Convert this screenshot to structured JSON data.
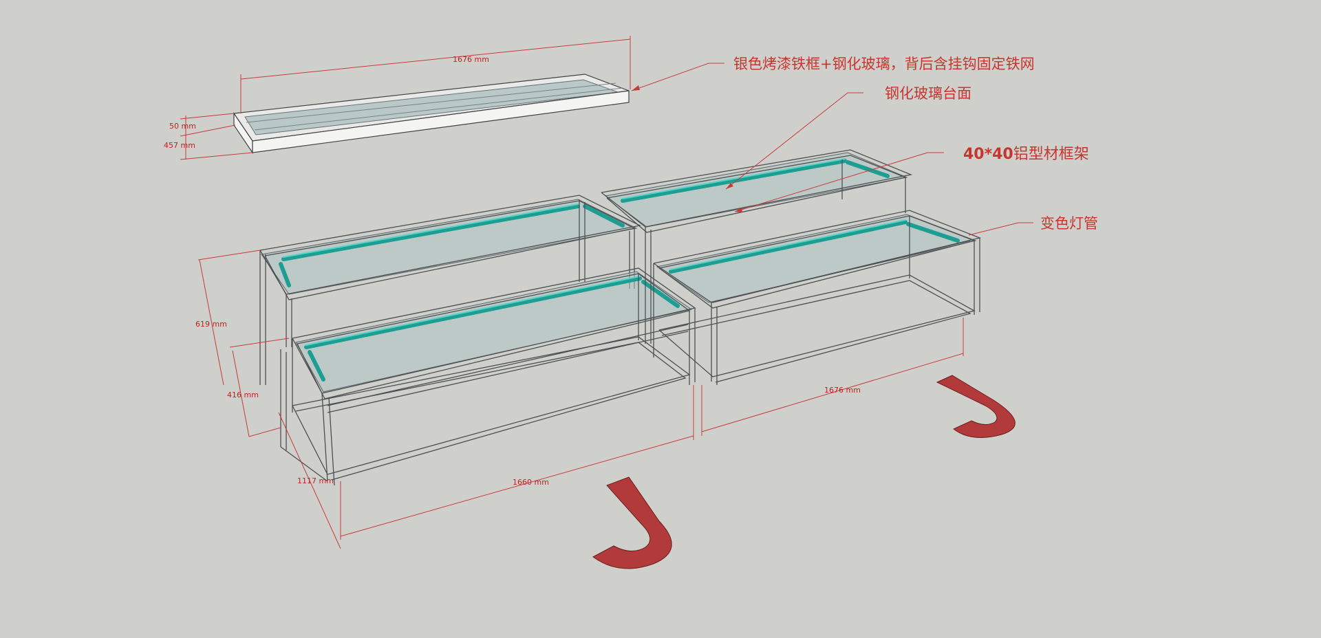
{
  "dimensions": {
    "tray_length": "1676 mm",
    "tray_height": "50 mm",
    "tray_depth": "457 mm",
    "left_height": "619 mm",
    "left_step": "416 mm",
    "left_depth": "1117 mm",
    "left_length": "1660 mm",
    "right_length": "1676 mm"
  },
  "annotations": {
    "tray_note": "银色烤漆铁框+钢化玻璃，背后含挂钩固定铁网",
    "glass_top": "钢化玻璃台面",
    "frame_prefix": "40*40",
    "frame_suffix": "铝型材框架",
    "light_tube": "变色灯管"
  },
  "colors": {
    "background": "#cfd0cb",
    "annotation": "#c8352f",
    "light_tube": "#1d9e92",
    "floor_marker": "#b23a3a"
  }
}
